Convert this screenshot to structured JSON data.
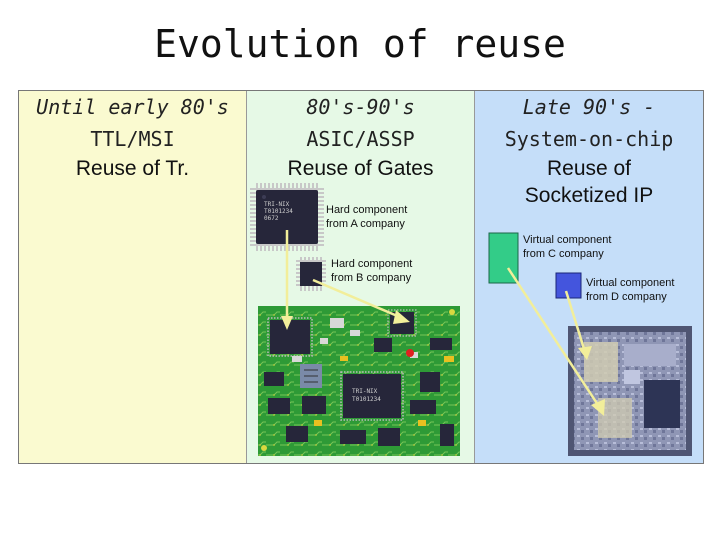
{
  "title": "Evolution of reuse",
  "columns": [
    {
      "era": "Until early 80's",
      "tech": "TTL/MSI",
      "reuse": "Reuse of Tr."
    },
    {
      "era": "80's-90's",
      "tech": "ASIC/ASSP",
      "reuse": "Reuse of Gates"
    },
    {
      "era": "Late 90's -",
      "tech": "System-on-chip",
      "reuse": "Reuse of\nSocketized IP"
    }
  ],
  "components": {
    "hard_a": "Hard component\nfrom A company",
    "hard_b": "Hard component\nfrom B company",
    "virtual_c": "Virtual component\nfrom C company",
    "virtual_d": "Virtual component\nfrom D company"
  },
  "chip_markings": {
    "chip_a": "TRI-NIX\nT0101234\n0672",
    "board_chip": "TRI-NIX\nT0101234"
  },
  "colors": {
    "col1_bg": "#fafad0",
    "col2_bg": "#e6f9e6",
    "col3_bg": "#c5def9",
    "pcb": "#2e9a36",
    "ic_body": "#26263a",
    "virtual_c_block": "#33cc88",
    "virtual_d_block": "#4455dd",
    "arrow": "#f2ee9a"
  }
}
